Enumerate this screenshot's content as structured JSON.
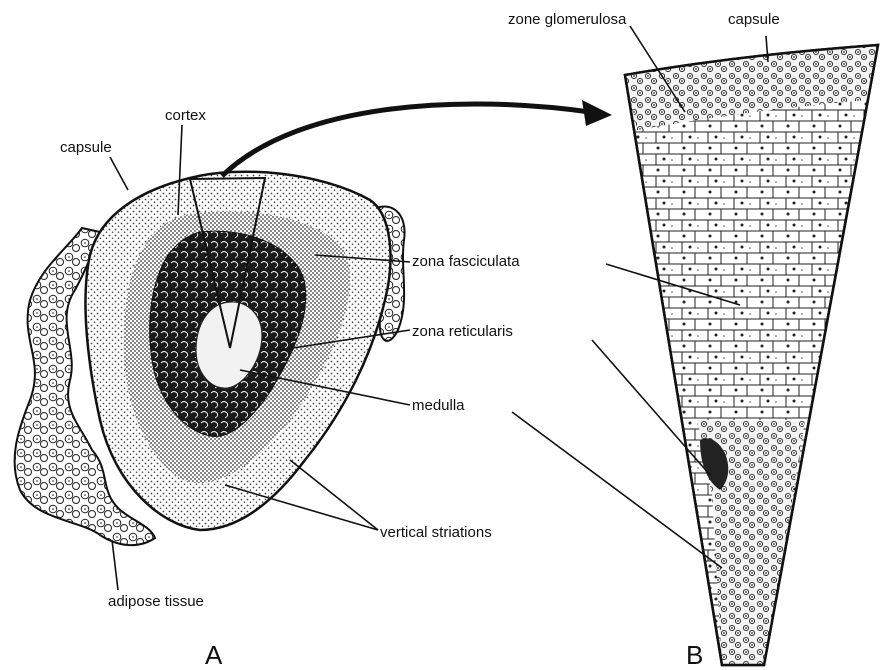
{
  "figure": {
    "panel_a": {
      "letter": "A",
      "labels": {
        "cortex": "cortex",
        "capsule": "capsule",
        "zona_fasciculata": "zona fasciculata",
        "zona_reticularis": "zona reticularis",
        "medulla": "medulla",
        "vertical_striations": "vertical striations",
        "adipose_tissue": "adipose tissue"
      }
    },
    "panel_b": {
      "letter": "B",
      "labels": {
        "zone_glomerulosa": "zone glomerulosa",
        "capsule": "capsule"
      }
    },
    "colors": {
      "ink": "#111111",
      "paper": "#ffffff",
      "stipple": "#4a4a4a",
      "dark_zone": "#1a1a1a"
    }
  }
}
